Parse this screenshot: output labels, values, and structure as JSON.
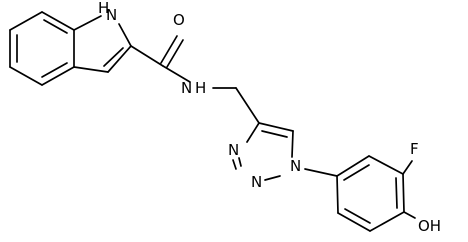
{
  "molecule": {
    "atom_labels": {
      "indole_nh": "H",
      "indole_n": "N",
      "carbonyl_o": "O",
      "amide_n": "N",
      "amide_h": "H",
      "triazole_n1": "N",
      "triazole_n2": "N",
      "triazole_n3": "N",
      "fluorine": "F",
      "hydroxyl": "OH"
    }
  }
}
